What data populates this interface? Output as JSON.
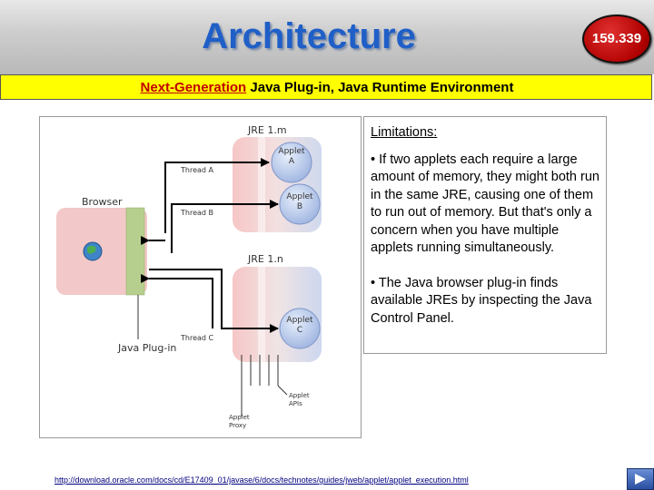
{
  "header": {
    "title": "Architecture",
    "slide_number": "159.339"
  },
  "subtitle": {
    "highlight": "Next-Generation",
    "rest": " Java Plug-in, Java Runtime Environment"
  },
  "diagram": {
    "jre_top_label": "JRE 1.m",
    "jre_bottom_label": "JRE 1.n",
    "applet_a": [
      "Applet",
      "A"
    ],
    "applet_b": [
      "Applet",
      "B"
    ],
    "applet_c": [
      "Applet",
      "C"
    ],
    "thread_a": "Thread A",
    "thread_b": "Thread B",
    "thread_c": "Thread C",
    "browser_label": "Browser",
    "plugin_label": "Java Plug-in",
    "applet_apis": [
      "Applet",
      "APIs"
    ],
    "applet_proxy": [
      "Applet",
      "Proxy"
    ]
  },
  "limitations": {
    "heading": "Limitations:",
    "bullets": [
      "• If two applets each require a large amount of memory, they might both run in the same JRE, causing one of them to run out of memory. But that's only a concern when you have multiple applets running simultaneously.",
      "• The Java browser plug-in finds available JREs by inspecting the Java Control Panel."
    ]
  },
  "footer": {
    "link": "http://download.oracle.com/docs/cd/E17409_01/javase/6/docs/technotes/guides/jweb/applet/applet_execution.html"
  },
  "colors": {
    "title": "#1f5fc7",
    "yellow_bar": "#ffff00",
    "badge": "#b00000"
  }
}
